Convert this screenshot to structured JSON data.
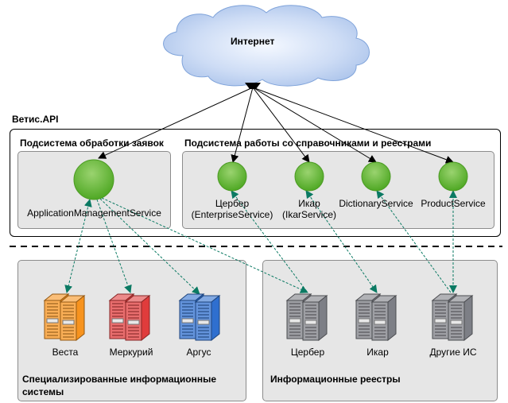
{
  "internet": {
    "label": "Интернет"
  },
  "api": {
    "title": "Ветис.API",
    "app_subsystem": {
      "title": "Подсистема обработки заявок",
      "services": [
        {
          "id": "ams",
          "label": "ApplicationManagementService"
        }
      ]
    },
    "ref_subsystem": {
      "title": "Подсистема работы со справочниками и реестрами",
      "services": [
        {
          "id": "cerber",
          "label": "Цербер",
          "sublabel": "(EnterpriseService)"
        },
        {
          "id": "ikar",
          "label": "Икар",
          "sublabel": "(IkarService)"
        },
        {
          "id": "dictionary",
          "label": "DictionaryService"
        },
        {
          "id": "product",
          "label": "ProductService"
        }
      ]
    }
  },
  "specialized": {
    "title_line1": "Специализированные информационные",
    "title_line2": "системы",
    "systems": [
      {
        "id": "vesta",
        "label": "Веста",
        "color": "#f7931e"
      },
      {
        "id": "merkuriy",
        "label": "Меркурий",
        "color": "#e03c3c"
      },
      {
        "id": "argus",
        "label": "Аргус",
        "color": "#2f6fcf"
      }
    ]
  },
  "registries": {
    "title": "Информационные реестры",
    "systems": [
      {
        "id": "cerber_db",
        "label": "Цербер",
        "color": "#7d7f86"
      },
      {
        "id": "ikar_db",
        "label": "Икар",
        "color": "#7d7f86"
      },
      {
        "id": "other_db",
        "label": "Другие ИС",
        "color": "#7d7f86"
      }
    ]
  },
  "colors": {
    "service_node": "#5cb82e",
    "internet_edge": "#000000",
    "integration_edge": "#0b7a63",
    "cloud": "#b9cff0",
    "panel": "#e6e6e6"
  }
}
